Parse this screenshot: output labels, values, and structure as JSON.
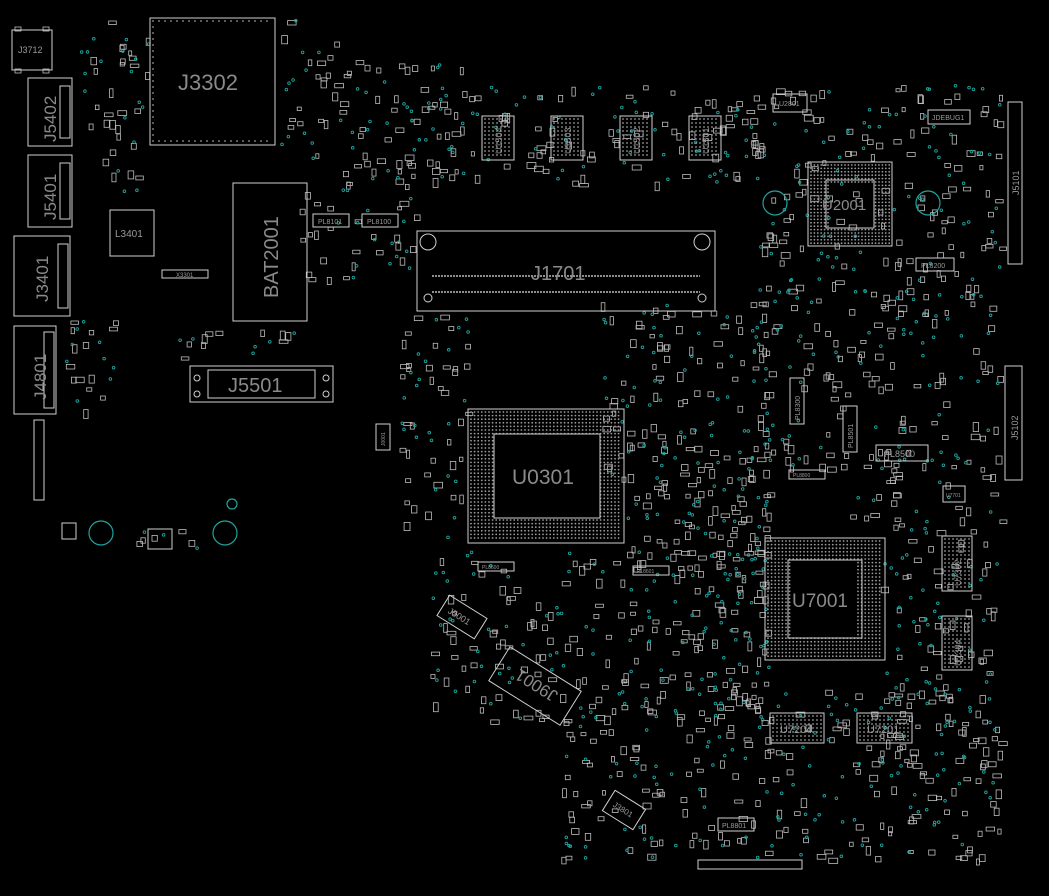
{
  "board": {
    "background": "#000000",
    "outline_color": "#cfcfcf",
    "via_color": "#1fa5a0"
  },
  "labels": {
    "J3712": "J3712",
    "J3302": "J3302",
    "J5402": "J5402",
    "J5401": "J5401",
    "L3401": "L3401",
    "J3401": "J3401",
    "X3301": "X3301",
    "BAT2001": "BAT2001",
    "J4801": "J4801",
    "J5501": "J5501",
    "PL8101": "PL8101",
    "PL8100": "PL8100",
    "U1504": "U1504",
    "U1503": "U1503",
    "U1502": "U1502",
    "U1501": "U1501",
    "U2801": "U2801",
    "JDEBUG1": "JDEBUG1",
    "J1701": "J1701",
    "U2001": "U2001",
    "PL8200": "PL8200",
    "J5101": "J5101",
    "PL8300": "PL8300",
    "PL8500": "PL8500",
    "PL8501": "PL8501",
    "J5102": "J5102",
    "U0301": "U0301",
    "J0001": "J0001",
    "U7001": "U7001",
    "U7302": "U7302",
    "U7304": "U7304",
    "J5001": "J5001",
    "J9001": "J9001",
    "U7204": "U7204",
    "U7201": "U7201",
    "J3801": "J3801",
    "PL8801": "PL8801",
    "PL8600": "PL8600",
    "PL8601": "PL8601",
    "PL8800": "PL8800",
    "U7701": "U7701"
  }
}
